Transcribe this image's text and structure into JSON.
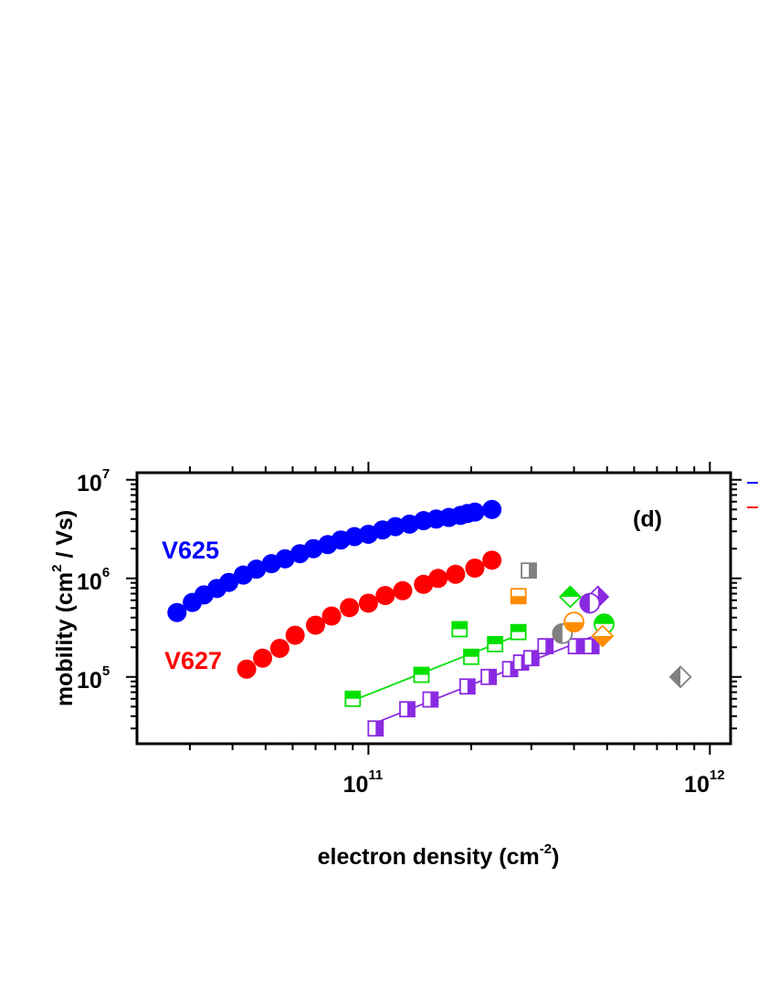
{
  "chart_data": {
    "type": "scatter",
    "panel_label": "(d)",
    "xlabel": "electron density (cm",
    "xlabel_exp": "-2",
    "xlabel_tail": ")",
    "ylabel": "mobility (cm",
    "ylabel_exp": "2",
    "ylabel_tail": " / Vs)",
    "x_scale": "log",
    "y_scale": "log",
    "xlim": [
      21000000000.0,
      1150000000000.0
    ],
    "ylim": [
      21000.0,
      11800000.0
    ],
    "x_ticks": [
      {
        "value": 100000000000.0,
        "base": "10",
        "exp": "11"
      },
      {
        "value": 1000000000000.0,
        "base": "10",
        "exp": "12"
      }
    ],
    "y_ticks": [
      {
        "value": 100000.0,
        "base": "10",
        "exp": "5"
      },
      {
        "value": 1000000.0,
        "base": "10",
        "exp": "6"
      },
      {
        "value": 10000000.0,
        "base": "10",
        "exp": "7"
      }
    ],
    "grid": false,
    "series_labels": [
      {
        "text": "V625",
        "color": "#0000ff"
      },
      {
        "text": "V627",
        "color": "#ff0000"
      }
    ],
    "series": [
      {
        "marker": "circle-filled",
        "color": "#0000ff",
        "x": [
          27500000000.0,
          30500000000.0,
          33000000000.0,
          36000000000.0,
          39000000000.0,
          43000000000.0,
          47000000000.0,
          52000000000.0,
          57000000000.0,
          63000000000.0,
          69000000000.0,
          76000000000.0,
          83000000000.0,
          91000000000.0,
          100000000000.0,
          110000000000.0,
          120000000000.0,
          132000000000.0,
          145000000000.0,
          158000000000.0,
          172000000000.0,
          186000000000.0,
          195000000000.0,
          205000000000.0,
          230000000000.0
        ],
        "y": [
          450000.0,
          570000.0,
          680000.0,
          790000.0,
          910000.0,
          1080000.0,
          1240000.0,
          1410000.0,
          1580000.0,
          1780000.0,
          2000000.0,
          2200000.0,
          2450000.0,
          2650000.0,
          2800000.0,
          3100000.0,
          3350000.0,
          3550000.0,
          3850000.0,
          4000000.0,
          4150000.0,
          4350000.0,
          4550000.0,
          4700000.0,
          5000000.0
        ]
      },
      {
        "marker": "circle-filled",
        "color": "#ff0000",
        "x": [
          44000000000.0,
          49000000000.0,
          55000000000.0,
          61000000000.0,
          70000000000.0,
          78000000000.0,
          88000000000.0,
          100000000000.0,
          112000000000.0,
          126000000000.0,
          145000000000.0,
          160000000000.0,
          180000000000.0,
          205000000000.0,
          230000000000.0
        ],
        "y": [
          120000.0,
          155000.0,
          195000.0,
          265000.0,
          335000.0,
          415000.0,
          505000.0,
          560000.0,
          670000.0,
          750000.0,
          870000.0,
          1000000.0,
          1100000.0,
          1270000.0,
          1530000.0
        ]
      },
      {
        "marker": "square-top",
        "color": "#00e000",
        "fit": true,
        "x": [
          90000000000.0,
          143000000000.0,
          200000000000.0,
          235000000000.0,
          275000000000.0
        ],
        "y": [
          60000.0,
          105000.0,
          160000.0,
          215000.0,
          285000.0
        ]
      },
      {
        "marker": "square-right",
        "color": "#8a2be2",
        "fit": true,
        "x": [
          105000000000.0,
          130000000000.0,
          152000000000.0,
          195000000000.0,
          225000000000.0,
          260000000000.0,
          280000000000.0,
          300000000000.0,
          330000000000.0,
          405000000000.0,
          450000000000.0
        ],
        "y": [
          30000.0,
          47000.0,
          59000.0,
          80000.0,
          100000.0,
          120000.0,
          140000.0,
          155000.0,
          205000.0,
          205000.0,
          205000.0
        ]
      }
    ],
    "extra_points": [
      {
        "x": 185000000000.0,
        "y": 305000.0,
        "marker": "square-top",
        "color": "#00e000"
      },
      {
        "x": 295000000000.0,
        "y": 1200000.0,
        "marker": "square-right",
        "color": "#808080"
      },
      {
        "x": 275000000000.0,
        "y": 660000.0,
        "marker": "square-bottom",
        "color": "#ff8c00"
      },
      {
        "x": 390000000000.0,
        "y": 650000.0,
        "marker": "diamond-top",
        "color": "#00e000"
      },
      {
        "x": 470000000000.0,
        "y": 650000.0,
        "marker": "diamond-right",
        "color": "#8a2be2"
      },
      {
        "x": 445000000000.0,
        "y": 560000.0,
        "marker": "circle-left",
        "color": "#8a2be2"
      },
      {
        "x": 370000000000.0,
        "y": 275000.0,
        "marker": "circle-left",
        "color": "#808080"
      },
      {
        "x": 400000000000.0,
        "y": 360000.0,
        "marker": "circle-bottom",
        "color": "#ff8c00"
      },
      {
        "x": 490000000000.0,
        "y": 345000.0,
        "marker": "circle-top",
        "color": "#00e000"
      },
      {
        "x": 485000000000.0,
        "y": 260000.0,
        "marker": "diamond-bottom",
        "color": "#ff8c00"
      },
      {
        "x": 820000000000.0,
        "y": 100000.0,
        "marker": "diamond-left",
        "color": "#808080"
      }
    ],
    "cropped_legend_colors": [
      "#0000ff",
      "#ff0000"
    ]
  }
}
